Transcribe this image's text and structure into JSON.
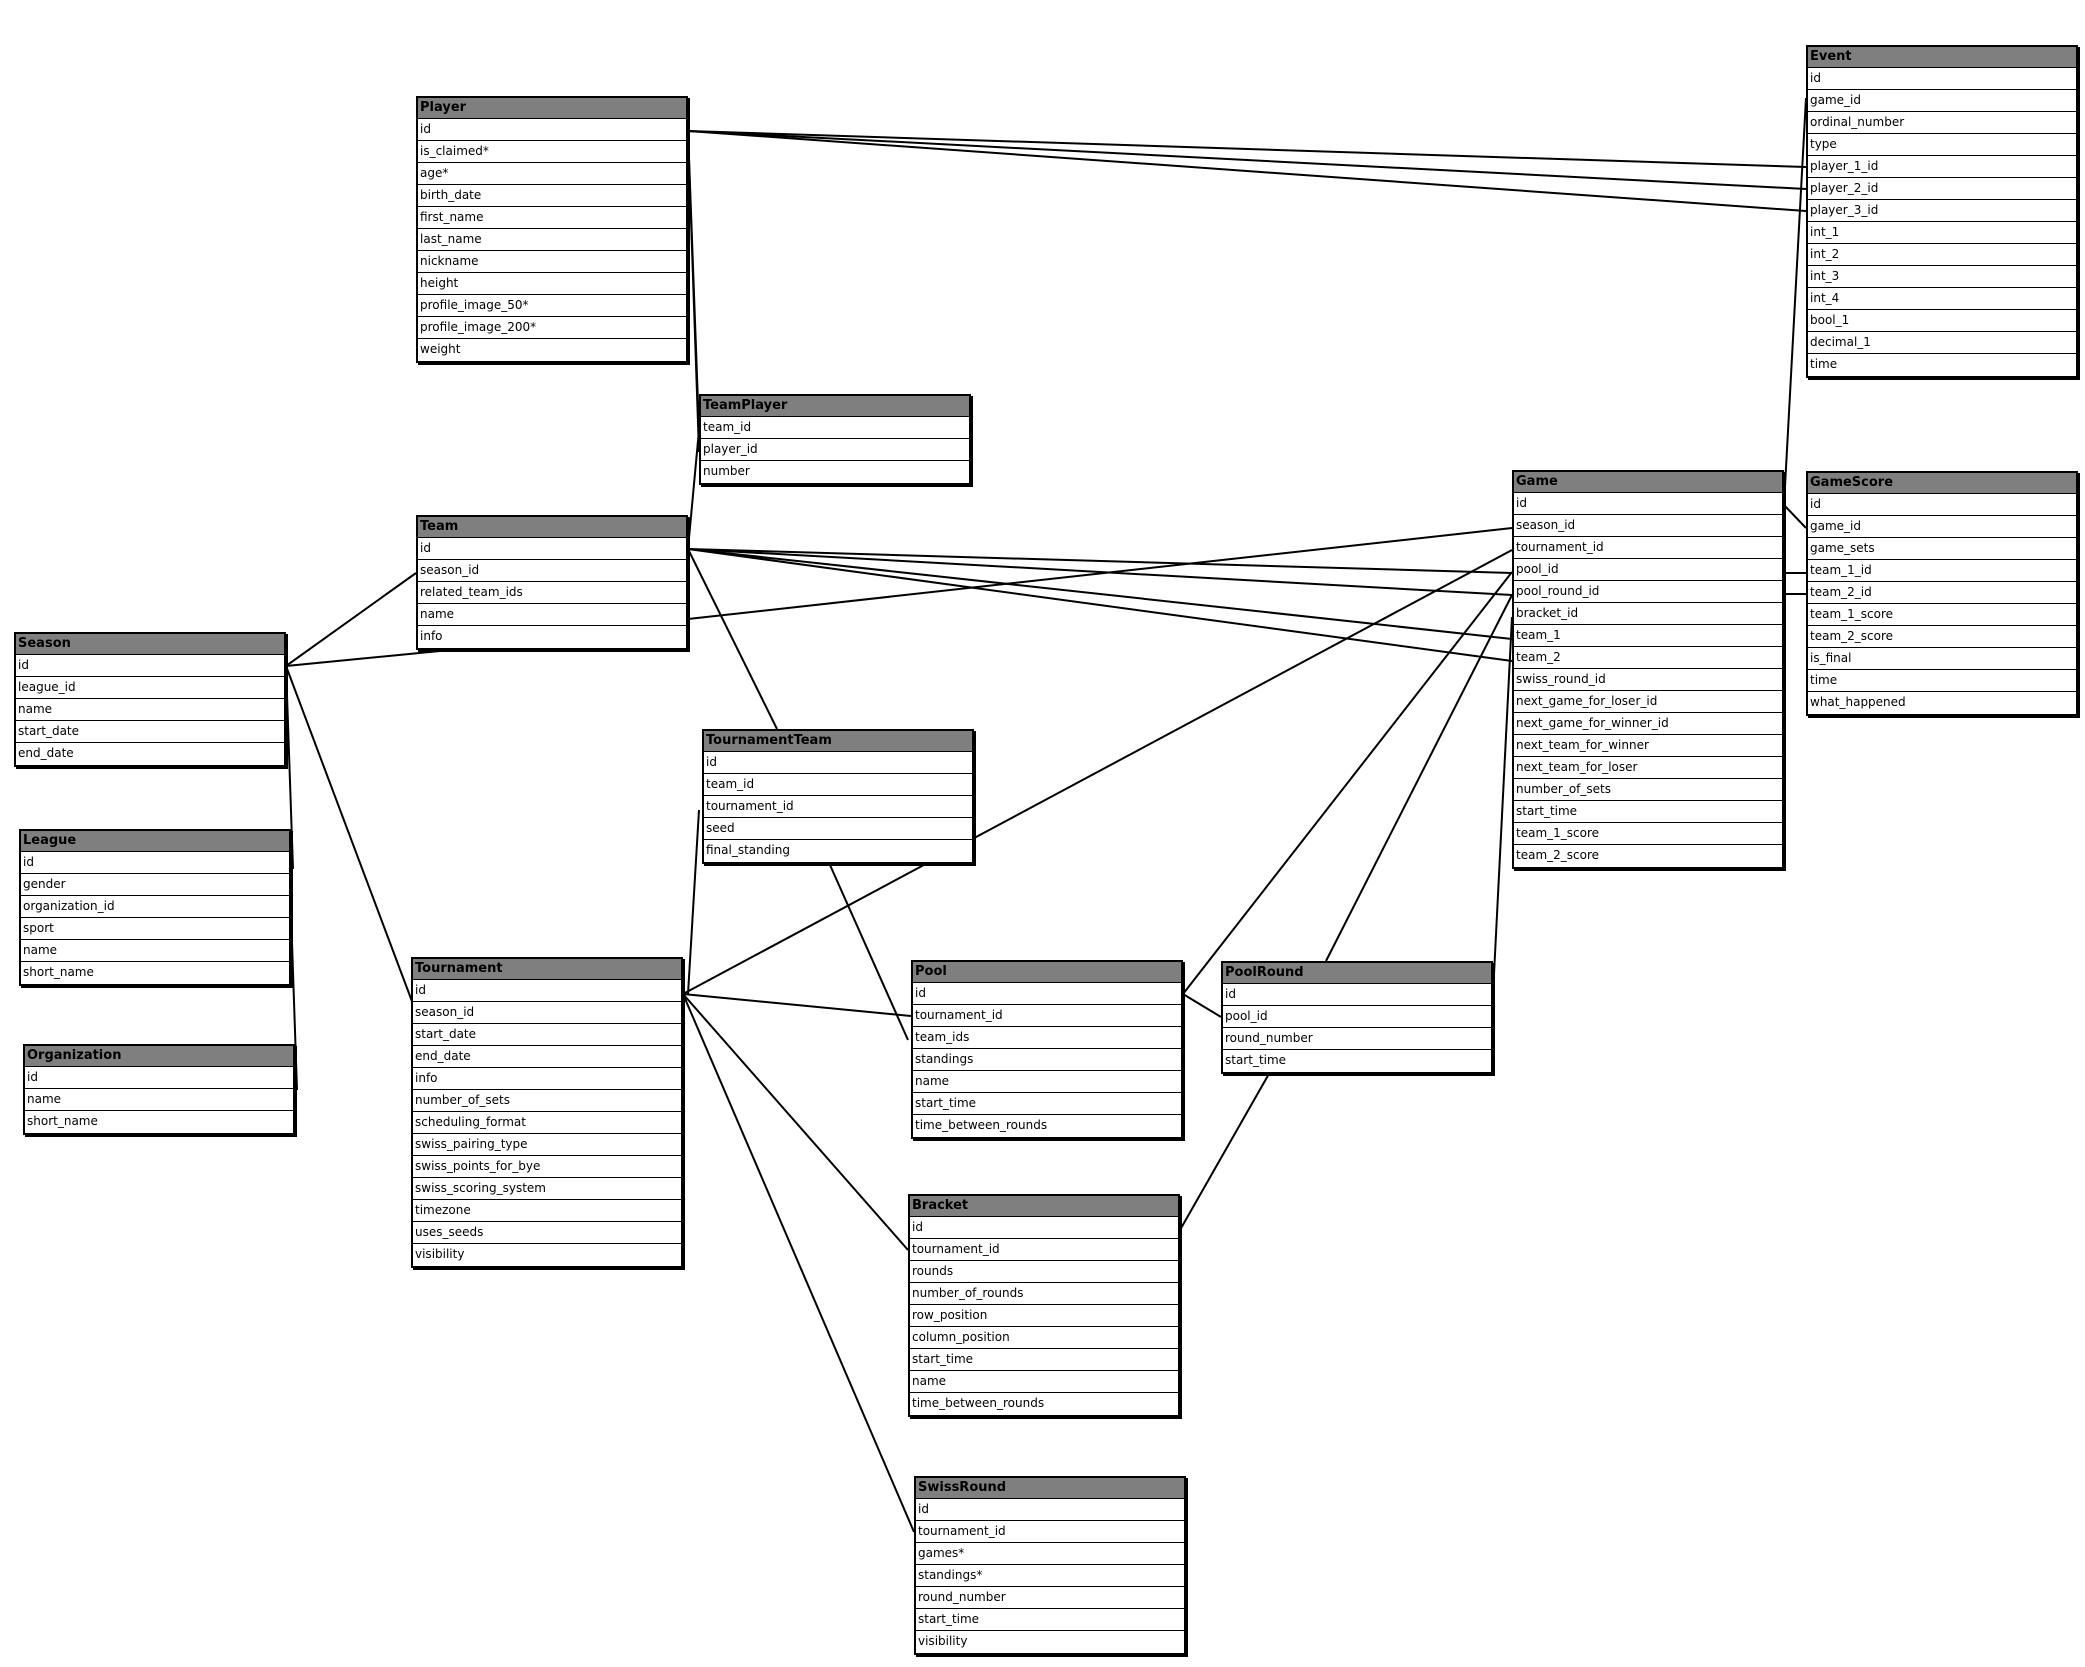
{
  "entities": [
    {
      "id": "player",
      "title": "Player",
      "fields": [
        "id",
        "is_claimed*",
        "age*",
        "birth_date",
        "first_name",
        "last_name",
        "nickname",
        "height",
        "profile_image_50*",
        "profile_image_200*",
        "weight"
      ]
    },
    {
      "id": "event",
      "title": "Event",
      "fields": [
        "id",
        "game_id",
        "ordinal_number",
        "type",
        "player_1_id",
        "player_2_id",
        "player_3_id",
        "int_1",
        "int_2",
        "int_3",
        "int_4",
        "bool_1",
        "decimal_1",
        "time"
      ]
    },
    {
      "id": "teamplayer",
      "title": "TeamPlayer",
      "fields": [
        "team_id",
        "player_id",
        "number"
      ]
    },
    {
      "id": "team",
      "title": "Team",
      "fields": [
        "id",
        "season_id",
        "related_team_ids",
        "name",
        "info"
      ]
    },
    {
      "id": "game",
      "title": "Game",
      "fields": [
        "id",
        "season_id",
        "tournament_id",
        "pool_id",
        "pool_round_id",
        "bracket_id",
        "team_1",
        "team_2",
        "swiss_round_id",
        "next_game_for_loser_id",
        "next_game_for_winner_id",
        "next_team_for_winner",
        "next_team_for_loser",
        "number_of_sets",
        "start_time",
        "team_1_score",
        "team_2_score"
      ]
    },
    {
      "id": "gamescore",
      "title": "GameScore",
      "fields": [
        "id",
        "game_id",
        "game_sets",
        "team_1_id",
        "team_2_id",
        "team_1_score",
        "team_2_score",
        "is_final",
        "time",
        "what_happened"
      ]
    },
    {
      "id": "season",
      "title": "Season",
      "fields": [
        "id",
        "league_id",
        "name",
        "start_date",
        "end_date"
      ]
    },
    {
      "id": "tournamentteam",
      "title": "TournamentTeam",
      "fields": [
        "id",
        "team_id",
        "tournament_id",
        "seed",
        "final_standing"
      ]
    },
    {
      "id": "league",
      "title": "League",
      "fields": [
        "id",
        "gender",
        "organization_id",
        "sport",
        "name",
        "short_name"
      ]
    },
    {
      "id": "tournament",
      "title": "Tournament",
      "fields": [
        "id",
        "season_id",
        "start_date",
        "end_date",
        "info",
        "number_of_sets",
        "scheduling_format",
        "swiss_pairing_type",
        "swiss_points_for_bye",
        "swiss_scoring_system",
        "timezone",
        "uses_seeds",
        "visibility"
      ]
    },
    {
      "id": "pool",
      "title": "Pool",
      "fields": [
        "id",
        "tournament_id",
        "team_ids",
        "standings",
        "name",
        "start_time",
        "time_between_rounds"
      ]
    },
    {
      "id": "poolround",
      "title": "PoolRound",
      "fields": [
        "id",
        "pool_id",
        "round_number",
        "start_time"
      ]
    },
    {
      "id": "organization",
      "title": "Organization",
      "fields": [
        "id",
        "name",
        "short_name"
      ]
    },
    {
      "id": "bracket",
      "title": "Bracket",
      "fields": [
        "id",
        "tournament_id",
        "rounds",
        "number_of_rounds",
        "row_position",
        "column_position",
        "start_time",
        "name",
        "time_between_rounds"
      ]
    },
    {
      "id": "swissround",
      "title": "SwissRound",
      "fields": [
        "id",
        "tournament_id",
        "games*",
        "standings*",
        "round_number",
        "start_time",
        "visibility"
      ]
    }
  ]
}
